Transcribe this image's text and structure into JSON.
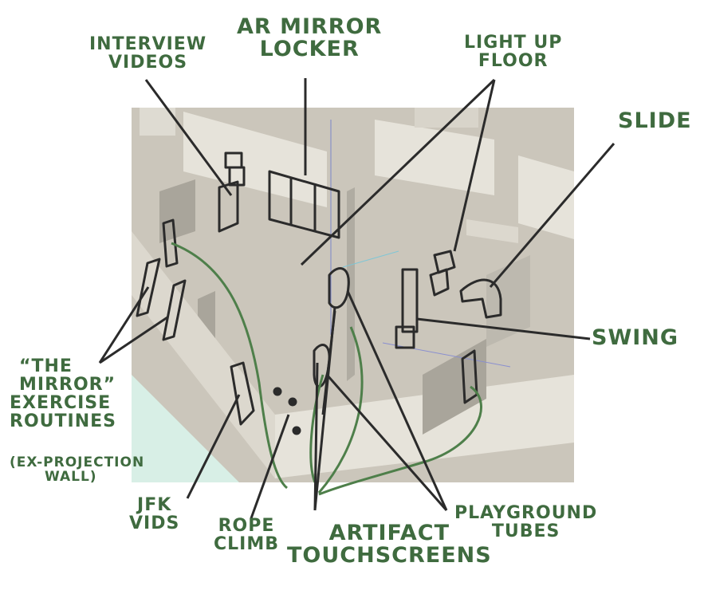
{
  "labels": {
    "interview_videos": [
      "INTERVIEW",
      "VIDEOS"
    ],
    "ar_mirror_locker": [
      "AR MIRROR",
      "LOCKER"
    ],
    "light_up_floor": [
      "LIGHT UP",
      "FLOOR"
    ],
    "slide": "SLIDE",
    "swing": "SWING",
    "the_mirror": [
      "“THE",
      "MIRROR”",
      "EXERCISE",
      "ROUTINES"
    ],
    "ex_projection": [
      "(EX-PROJECTION",
      "WALL)"
    ],
    "jfk_vids": [
      "JFK",
      "VIDS"
    ],
    "rope_climb": [
      "ROPE",
      "CLIMB"
    ],
    "artifact_touchscreens": [
      "ARTIFACT",
      "TOUCHSCREENS"
    ],
    "playground_tubes": [
      "PLAYGROUND",
      "TUBES"
    ]
  },
  "colors": {
    "label_green": "#3f6b3f",
    "floor": "#cbc6bb",
    "wall_light": "#e6e3da",
    "wall_shadow": "#a9a59b",
    "ink": "#2b2b2b",
    "teal_floor": "#d8efe6"
  }
}
